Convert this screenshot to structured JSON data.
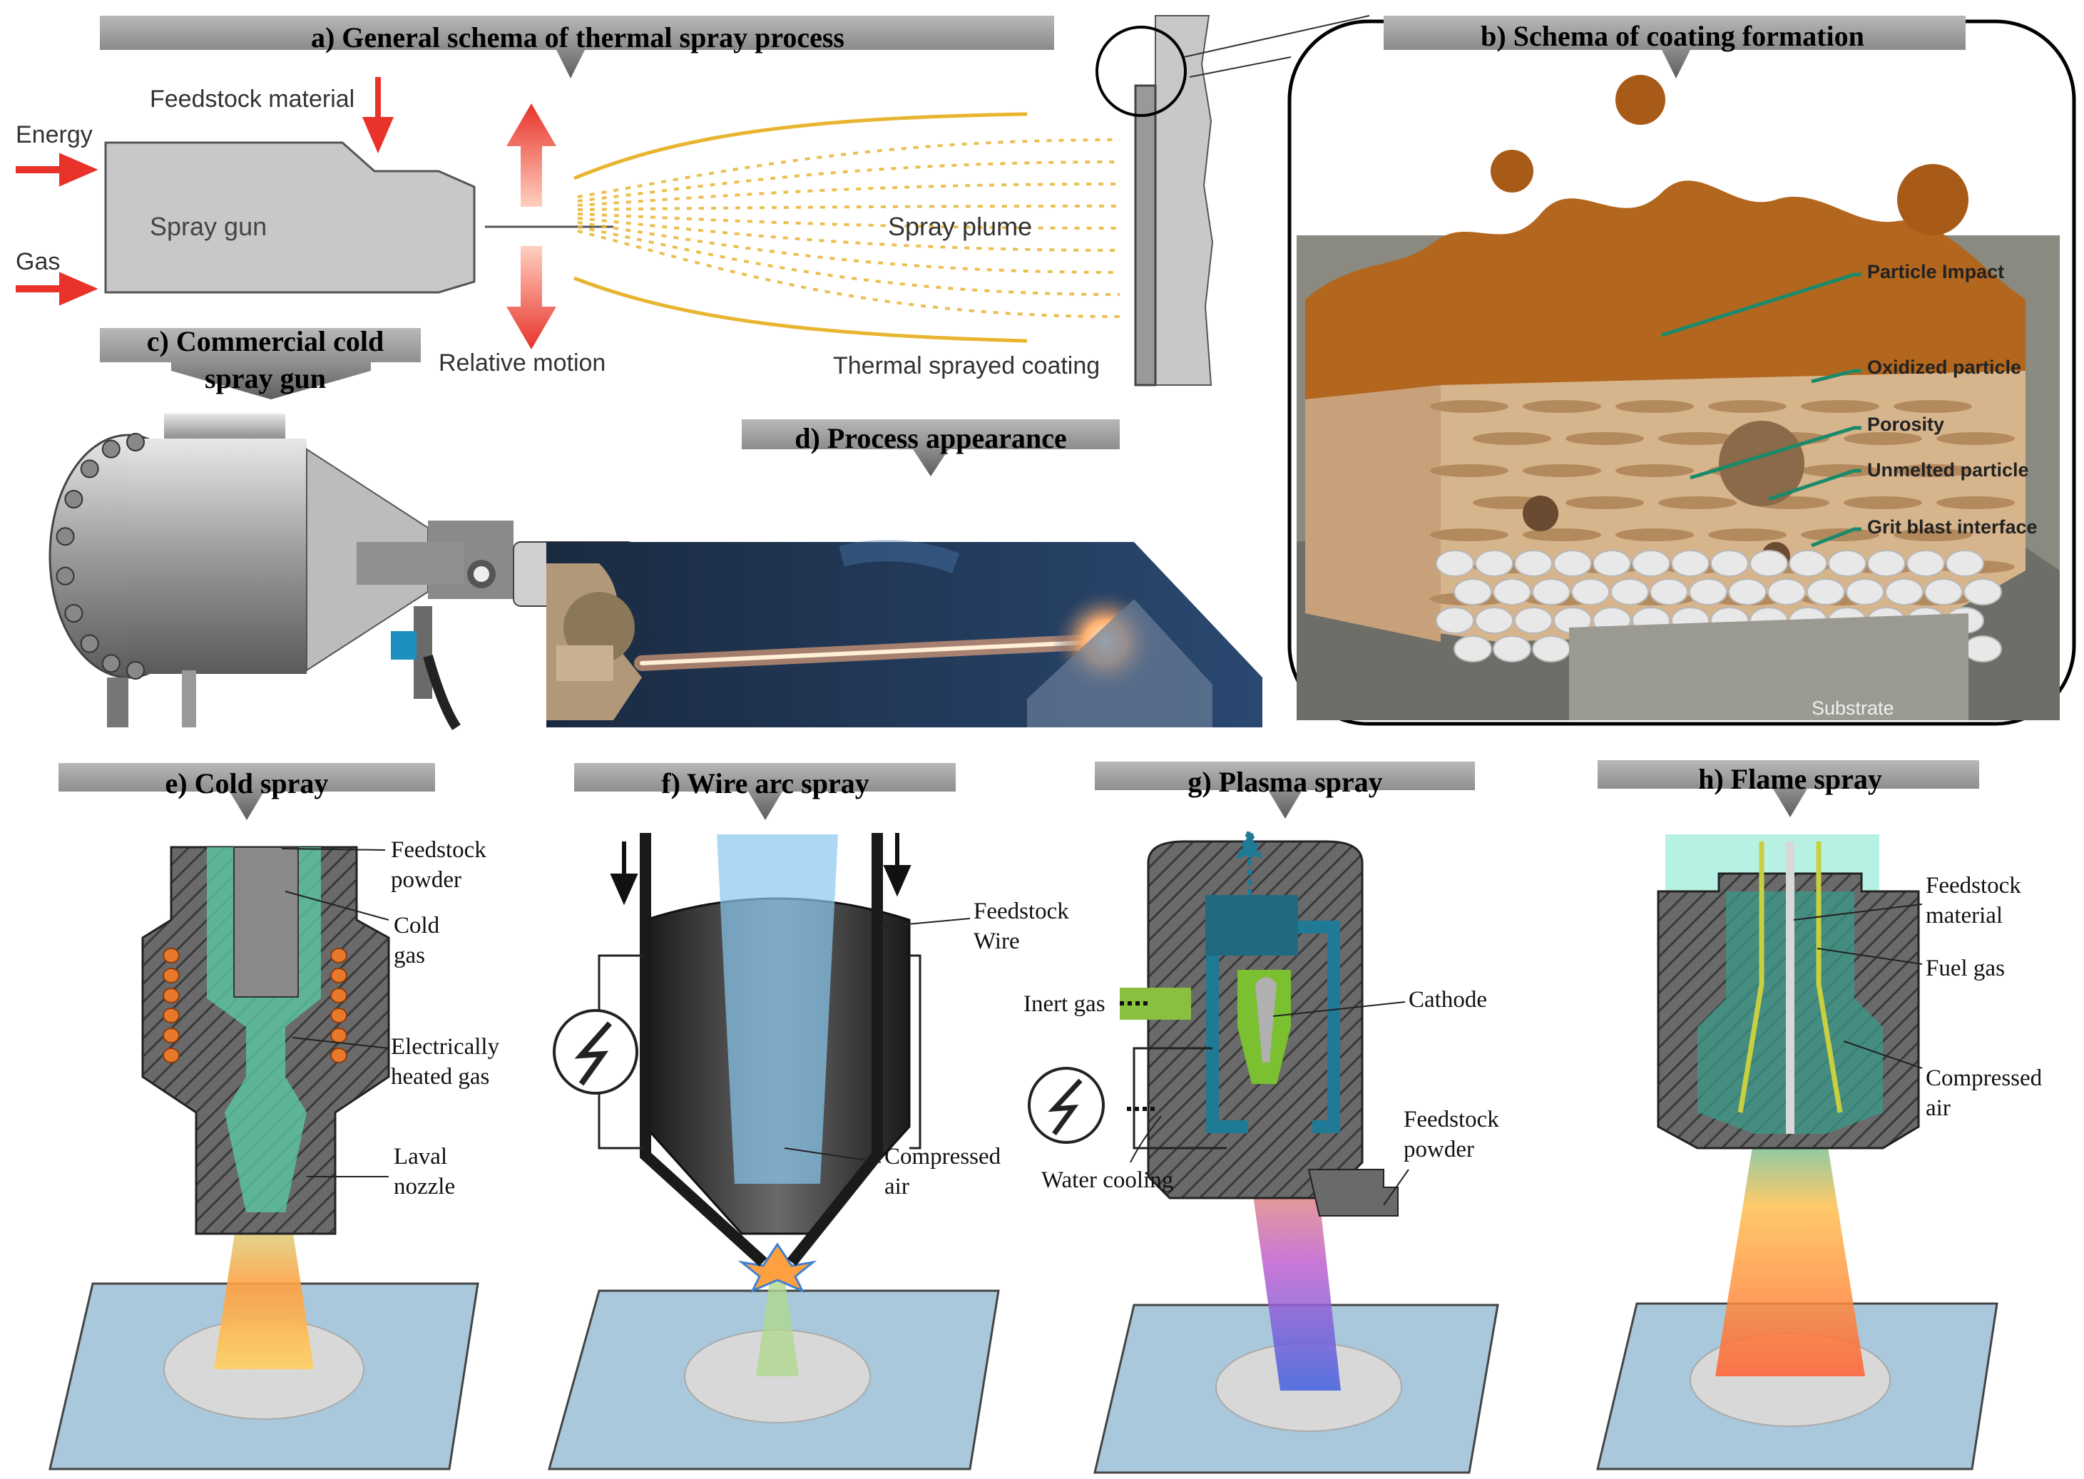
{
  "panels": {
    "a": {
      "title": "a) General schema of thermal spray process",
      "labels": {
        "feedstock_material": "Feedstock material",
        "energy": "Energy",
        "gas": "Gas",
        "spray_gun": "Spray gun",
        "relative_motion": "Relative motion",
        "spray_plume": "Spray plume",
        "thermal_sprayed_coating": "Thermal sprayed coating"
      }
    },
    "b": {
      "title": "b) Schema of coating formation",
      "labels": {
        "particle_impact": "Particle Impact",
        "oxidized_particle": "Oxidized particle",
        "porosity": "Porosity",
        "unmelted_particle": "Unmelted particle",
        "grit_blast_interface": "Grit blast interface",
        "substrate": "Substrate"
      }
    },
    "c": {
      "title_line1": "c) Commercial cold",
      "title_line2": "spray gun"
    },
    "d": {
      "title": "d) Process appearance"
    },
    "e": {
      "title": "e) Cold spray",
      "labels": {
        "feedstock_powder_1": "Feedstock",
        "feedstock_powder_2": "powder",
        "cold_gas_1": "Cold",
        "cold_gas_2": "gas",
        "heated_gas_1": "Electrically",
        "heated_gas_2": "heated gas",
        "laval_nozzle_1": "Laval",
        "laval_nozzle_2": "nozzle"
      }
    },
    "f": {
      "title": "f) Wire arc spray",
      "labels": {
        "feedstock_wire_1": "Feedstock",
        "feedstock_wire_2": "Wire",
        "compressed_air_1": "Compressed",
        "compressed_air_2": "air"
      }
    },
    "g": {
      "title": "g) Plasma spray",
      "labels": {
        "inert_gas": "Inert gas",
        "cathode": "Cathode",
        "feedstock_powder_1": "Feedstock",
        "feedstock_powder_2": "powder",
        "water_cooling": "Water cooling"
      }
    },
    "h": {
      "title": "h) Flame spray",
      "labels": {
        "feedstock_material_1": "Feedstock",
        "feedstock_material_2": "material",
        "fuel_gas": "Fuel gas",
        "compressed_air_1": "Compressed",
        "compressed_air_2": "air"
      }
    }
  },
  "colors": {
    "banner": "#8a8a8a",
    "arrow_red": "#e8322a",
    "plume_gold": "#e8b530",
    "leader_green": "#1a8a6a",
    "gun_gray": "#c8c8c8",
    "substrate_blue": "#a9c8dc",
    "hatch_gray": "#5a5a5a"
  }
}
